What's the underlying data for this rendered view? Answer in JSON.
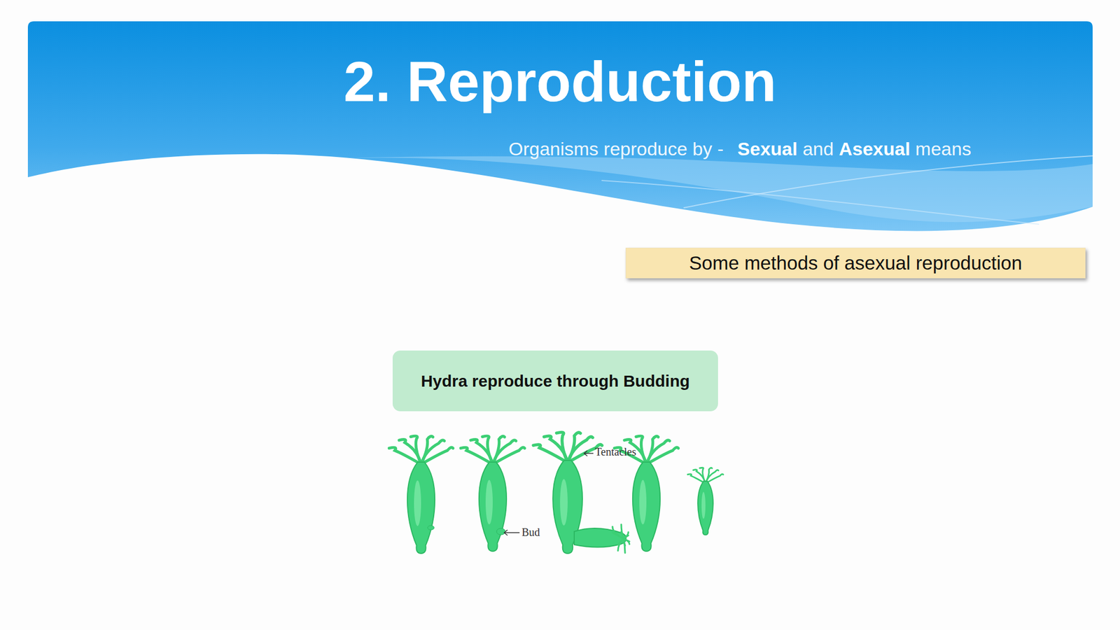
{
  "diagram": {
    "title": "2. Reproduction",
    "nodes": [
      {
        "text": [
          "Some methods of asexual reproduction"
        ]
      },
      {
        "text": [
          "Hydra reproduce through Budding"
        ]
      }
    ],
    "labels": [
      "Organisms reproduce by -",
      "Sexual",
      "and",
      "Asexual",
      "means",
      "Tentacles",
      "Bud"
    ]
  }
}
